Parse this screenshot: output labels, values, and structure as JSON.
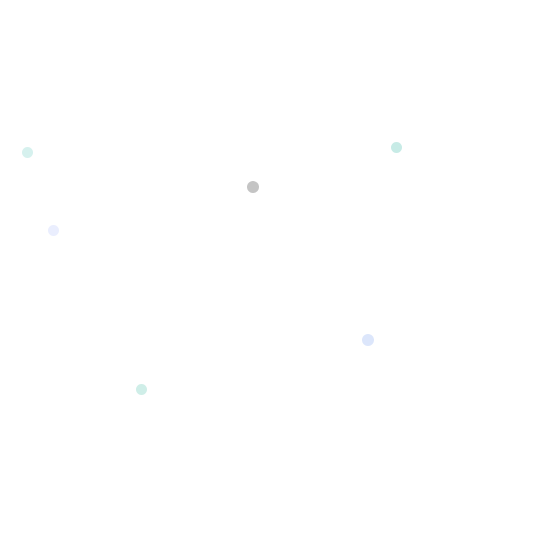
{
  "dots": [
    {
      "id": "dot-1",
      "color": "#d6f1ee"
    },
    {
      "id": "dot-2",
      "color": "#c7ebe6"
    },
    {
      "id": "dot-3",
      "color": "#c4c4c4"
    },
    {
      "id": "dot-4",
      "color": "#eaeefe"
    },
    {
      "id": "dot-5",
      "color": "#dce6fb"
    },
    {
      "id": "dot-6",
      "color": "#cfeee8"
    }
  ]
}
